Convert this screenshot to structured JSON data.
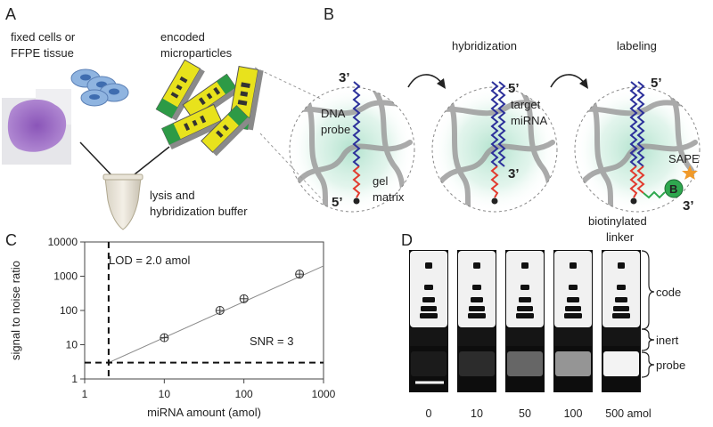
{
  "panels": {
    "a": "A",
    "b": "B",
    "c": "C",
    "d": "D"
  },
  "panel_a": {
    "cells_line1": "fixed cells or",
    "cells_line2": "FFPE tissue",
    "particles_line1": "encoded",
    "particles_line2": "microparticles",
    "tube_line1": "lysis and",
    "tube_line2": "hybridization buffer"
  },
  "panel_b": {
    "stage2_title": "hybridization",
    "stage3_title": "labeling",
    "probe_line1": "DNA",
    "probe_line2": "probe",
    "three_prime": "3’",
    "five_prime": "5’",
    "gel_line1": "gel",
    "gel_line2": "matrix",
    "target_line1": "target",
    "target_line2": "miRNA",
    "sape": "SAPE",
    "biotin_symbol": "B",
    "linker_line1": "biotinylated",
    "linker_line2": "linker"
  },
  "panel_c": {
    "lod_label": "LOD = 2.0 amol",
    "snr_label": "SNR = 3"
  },
  "panel_d": {
    "columns": [
      "0",
      "10",
      "50",
      "100",
      "500 amol"
    ],
    "probe_intensity": [
      0.03,
      0.1,
      0.35,
      0.55,
      0.95
    ],
    "regions": {
      "code": "code",
      "inert": "inert",
      "probe": "probe"
    }
  },
  "colors": {
    "probe_blue": "#2b2f9a",
    "probe_red": "#e23a2e",
    "linker_green": "#2fa84f",
    "sape_orange": "#f09a2a",
    "gel_green": "#bfe8d6",
    "particle_yellow": "#e8e21c",
    "particle_green": "#2d9a46"
  },
  "chart_data": {
    "type": "scatter",
    "xlabel": "miRNA amount (amol)",
    "ylabel": "signal to noise ratio",
    "x_scale": "log",
    "y_scale": "log",
    "xlim": [
      1,
      1000
    ],
    "ylim": [
      1,
      10000
    ],
    "x_ticks": [
      "1",
      "10",
      "100",
      "1000"
    ],
    "y_ticks": [
      "1",
      "10",
      "100",
      "1000",
      "10000"
    ],
    "x": [
      10,
      50,
      100,
      500
    ],
    "y": [
      16,
      100,
      220,
      1150
    ],
    "fit_line": {
      "x": [
        2,
        1000
      ],
      "y": [
        3,
        2000
      ]
    },
    "lod_x": 2.0,
    "snr_threshold": 3,
    "grid": false
  }
}
